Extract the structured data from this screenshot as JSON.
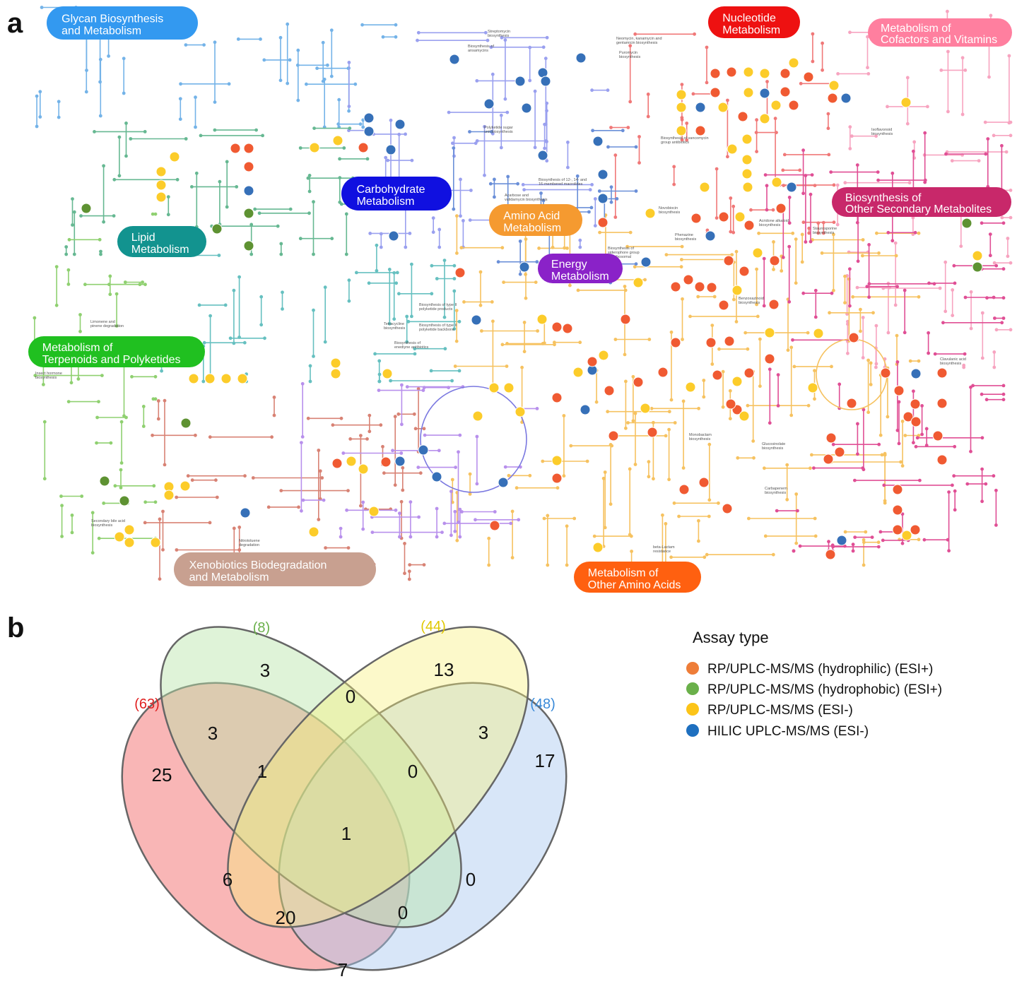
{
  "panel_a": {
    "letter": "a",
    "categories": [
      {
        "id": "glycan",
        "lines": [
          "Glycan Biosynthesis",
          "and Metabolism"
        ],
        "color": "#3399f0",
        "text_color": "#ffffff"
      },
      {
        "id": "nucleotide",
        "lines": [
          "Nucleotide",
          "Metabolism"
        ],
        "color": "#ee1111",
        "text_color": "#ffffff"
      },
      {
        "id": "cofactors",
        "lines": [
          "Metabolism of",
          "Cofactors and Vitamins"
        ],
        "color": "#ff7f9f",
        "text_color": "#ffffff"
      },
      {
        "id": "carbohydrate",
        "lines": [
          "Carbohydrate",
          "Metabolism"
        ],
        "color": "#1010e0",
        "text_color": "#ffffff"
      },
      {
        "id": "amino",
        "lines": [
          "Amino Acid",
          "Metabolism"
        ],
        "color": "#f59a30",
        "text_color": "#ffffff"
      },
      {
        "id": "secondary",
        "lines": [
          "Biosynthesis of",
          "Other Secondary Metabolites"
        ],
        "color": "#c8286a",
        "text_color": "#ffffff"
      },
      {
        "id": "lipid",
        "lines": [
          "Lipid",
          "Metabolism"
        ],
        "color": "#12938f",
        "text_color": "#ffffff"
      },
      {
        "id": "energy",
        "lines": [
          "Energy",
          "Metabolism"
        ],
        "color": "#8a22c8",
        "text_color": "#ffffff"
      },
      {
        "id": "terpenoids",
        "lines": [
          "Metabolism of",
          "Terpenoids and Polyketides"
        ],
        "color": "#20c020",
        "text_color": "#ffffff"
      },
      {
        "id": "xenobiotics",
        "lines": [
          "Xenobiotics Biodegradation",
          "and Metabolism"
        ],
        "color": "#c8a090",
        "text_color": "#ffffff"
      },
      {
        "id": "other_amino",
        "lines": [
          "Metabolism of",
          "Other Amino Acids"
        ],
        "color": "#ff6010",
        "text_color": "#ffffff"
      }
    ],
    "pathway_labels": [
      {
        "id": "streptomycin",
        "lines": [
          "Streptomycin",
          "biosynthesis"
        ]
      },
      {
        "id": "neomycin",
        "lines": [
          "Neomycin, kanamycin and",
          "gentamicin biosynthesis"
        ]
      },
      {
        "id": "ansamycins",
        "lines": [
          "Biosynthesis of",
          "ansamycins"
        ]
      },
      {
        "id": "puromycin",
        "lines": [
          "Puromycin",
          "biosynthesis"
        ]
      },
      {
        "id": "polyketide_sugar",
        "lines": [
          "Polyketide sugar",
          "unit biosynthesis"
        ]
      },
      {
        "id": "isoflavonoid",
        "lines": [
          "Isoflavonoid",
          "biosynthesis"
        ]
      },
      {
        "id": "vancomycin",
        "lines": [
          "Biosynthesis of vancomycin",
          "group antibiotics"
        ]
      },
      {
        "id": "macrolides",
        "lines": [
          "Biosynthesis of 12-, 14- and",
          "16-membered macrolides"
        ]
      },
      {
        "id": "acarbose",
        "lines": [
          "Acarbose and",
          "validamycin biosynthesis"
        ]
      },
      {
        "id": "novobiocin",
        "lines": [
          "Novobiocin",
          "biosynthesis"
        ]
      },
      {
        "id": "acridone",
        "lines": [
          "Acridone alkaloid",
          "biosynthesis"
        ]
      },
      {
        "id": "phenazine",
        "lines": [
          "Phenazine",
          "biosynthesis"
        ]
      },
      {
        "id": "staurosporine",
        "lines": [
          "Staurosporine",
          "biosynthesis"
        ]
      },
      {
        "id": "siderophore",
        "lines": [
          "Biosynthesis of",
          "siderophore group",
          "nonribosomal"
        ]
      },
      {
        "id": "benzoxazinoid",
        "lines": [
          "Benzoxazinoid",
          "biosynthesis"
        ]
      },
      {
        "id": "type2_polyketide_products",
        "lines": [
          "Biosynthesis of type II",
          "polyketide products"
        ]
      },
      {
        "id": "limonene",
        "lines": [
          "Limonene and",
          "pinene degradation"
        ]
      },
      {
        "id": "tetracycline",
        "lines": [
          "Tetracycline",
          "biosynthesis"
        ]
      },
      {
        "id": "type2_polyketide_backbone",
        "lines": [
          "Biosynthesis of type II",
          "polyketide backbone"
        ]
      },
      {
        "id": "enediyne",
        "lines": [
          "Biosynthesis of",
          "enediyne antibiotics"
        ]
      },
      {
        "id": "clavulanic",
        "lines": [
          "Clavulanic acid",
          "biosynthesis"
        ]
      },
      {
        "id": "insect_hormone",
        "lines": [
          "Insect hormone",
          "biosynthesis"
        ]
      },
      {
        "id": "monobactam",
        "lines": [
          "Monobactam",
          "biosynthesis"
        ]
      },
      {
        "id": "glucosinolate",
        "lines": [
          "Glucosinolate",
          "biosynthesis"
        ]
      },
      {
        "id": "carbapenem",
        "lines": [
          "Carbapenem",
          "biosynthesis"
        ]
      },
      {
        "id": "bile_acid",
        "lines": [
          "Secondary bile acid",
          "biosynthesis"
        ]
      },
      {
        "id": "nitrotoluene",
        "lines": [
          "Nitrotoluene",
          "degradation"
        ]
      },
      {
        "id": "beta_lactam",
        "lines": [
          "beta-Lactam",
          "resistance"
        ]
      }
    ],
    "assay_colors": {
      "hydrophilic": "#f05a32",
      "hydrophobic": "#5e9232",
      "esi_neg": "#fccc2a",
      "hilic": "#3670b8"
    }
  },
  "panel_b": {
    "letter": "b",
    "legend_title": "Assay type",
    "legend": [
      {
        "label": "RP/UPLC-MS/MS (hydrophilic) (ESI+)",
        "color": "#ee7d38"
      },
      {
        "label": "RP/UPLC-MS/MS (hydrophobic) (ESI+)",
        "color": "#6ab04a"
      },
      {
        "label": "RP/UPLC-MS/MS (ESI-)",
        "color": "#fcc418"
      },
      {
        "label": "HILIC UPLC-MS/MS (ESI-)",
        "color": "#1e6fbf"
      }
    ],
    "sets": [
      {
        "id": "red",
        "total": "(63)",
        "fill": "#f47a7a",
        "label_color": "#e02020"
      },
      {
        "id": "green",
        "total": "(8)",
        "fill": "#b8e4a8",
        "label_color": "#6ab04a"
      },
      {
        "id": "yellow",
        "total": "(44)",
        "fill": "#f8f07a",
        "label_color": "#e0c800"
      },
      {
        "id": "blue",
        "total": "(48)",
        "fill": "#a8c8f0",
        "label_color": "#3a8ad8"
      }
    ],
    "regions": [
      {
        "id": "red_only",
        "value": "25"
      },
      {
        "id": "green_only",
        "value": "3"
      },
      {
        "id": "yellow_only",
        "value": "13"
      },
      {
        "id": "blue_only",
        "value": "17"
      },
      {
        "id": "red_green",
        "value": "3"
      },
      {
        "id": "green_yellow",
        "value": "0"
      },
      {
        "id": "yellow_blue",
        "value": "3"
      },
      {
        "id": "red_green_yellow",
        "value": "1"
      },
      {
        "id": "green_yellow_blue",
        "value": "0"
      },
      {
        "id": "all_four",
        "value": "1"
      },
      {
        "id": "red_yellow",
        "value": "6"
      },
      {
        "id": "green_blue",
        "value": "0"
      },
      {
        "id": "red_yellow_blue",
        "value": "20"
      },
      {
        "id": "red_green_blue",
        "value": "0"
      },
      {
        "id": "red_blue",
        "value": "7"
      }
    ]
  }
}
